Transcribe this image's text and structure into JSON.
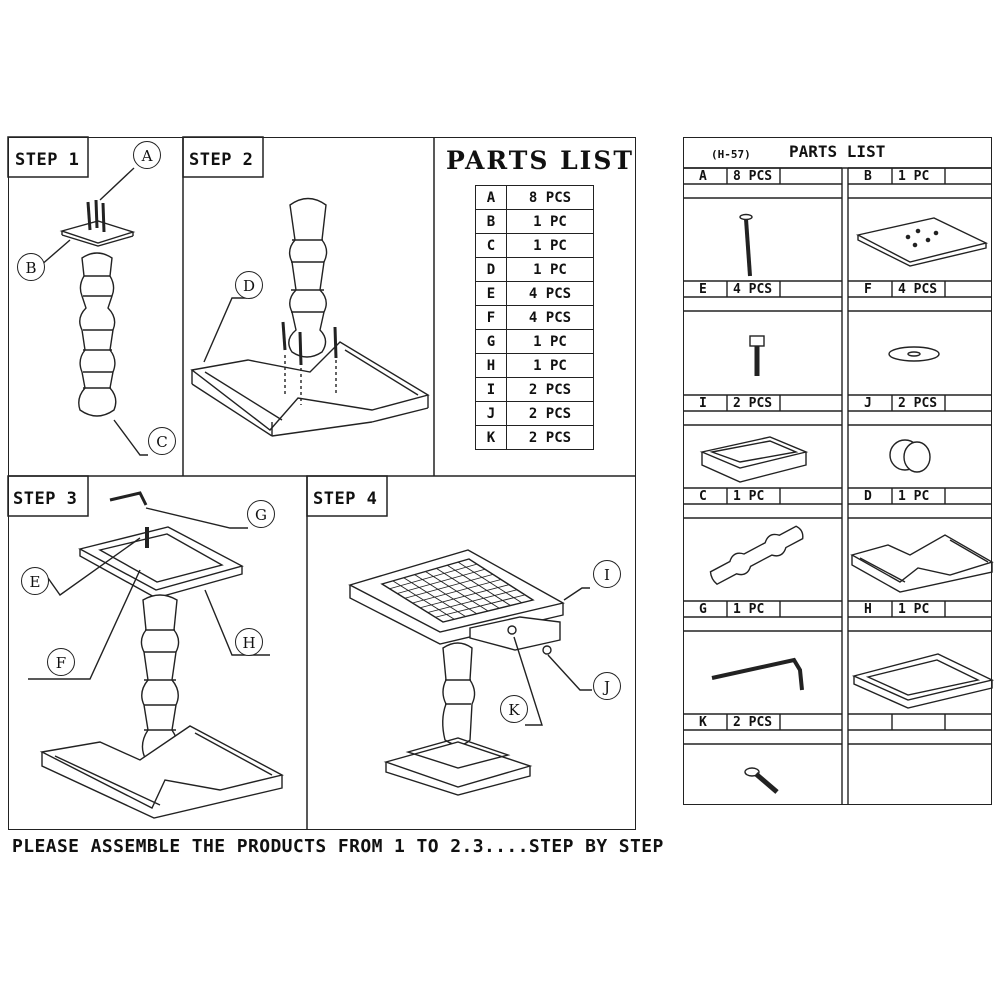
{
  "steps": [
    {
      "label": "STEP 1"
    },
    {
      "label": "STEP 2"
    },
    {
      "label": "STEP 3"
    },
    {
      "label": "STEP 4"
    }
  ],
  "callouts": {
    "A": "A",
    "B": "B",
    "C": "C",
    "D": "D",
    "E": "E",
    "F": "F",
    "G": "G",
    "H": "H",
    "I": "I",
    "J": "J",
    "K": "K"
  },
  "parts_list_title": "PARTS LIST",
  "parts": [
    {
      "letter": "A",
      "qty": "8 PCS"
    },
    {
      "letter": "B",
      "qty": "1 PC"
    },
    {
      "letter": "C",
      "qty": "1 PC"
    },
    {
      "letter": "D",
      "qty": "1 PC"
    },
    {
      "letter": "E",
      "qty": "4 PCS"
    },
    {
      "letter": "F",
      "qty": "4 PCS"
    },
    {
      "letter": "G",
      "qty": "1 PC"
    },
    {
      "letter": "H",
      "qty": "1 PC"
    },
    {
      "letter": "I",
      "qty": "2 PCS"
    },
    {
      "letter": "J",
      "qty": "2 PCS"
    },
    {
      "letter": "K",
      "qty": "2 PCS"
    }
  ],
  "footer": "PLEASE ASSEMBLE THE PRODUCTS FROM 1 TO 2.3....STEP BY STEP",
  "right_panel": {
    "model": "(H-57)",
    "title": "PARTS LIST",
    "cells": [
      {
        "letter": "A",
        "qty": "8 PCS",
        "icon": "screw-icon"
      },
      {
        "letter": "B",
        "qty": "1 PC",
        "icon": "plate-icon"
      },
      {
        "letter": "E",
        "qty": "4 PCS",
        "icon": "bolt-icon"
      },
      {
        "letter": "F",
        "qty": "4 PCS",
        "icon": "washer-icon"
      },
      {
        "letter": "I",
        "qty": "2 PCS",
        "icon": "drawer-icon"
      },
      {
        "letter": "J",
        "qty": "2 PCS",
        "icon": "knob-icon"
      },
      {
        "letter": "C",
        "qty": "1 PC",
        "icon": "pedestal-icon"
      },
      {
        "letter": "D",
        "qty": "1 PC",
        "icon": "base-icon"
      },
      {
        "letter": "G",
        "qty": "1 PC",
        "icon": "allen-key-icon"
      },
      {
        "letter": "H",
        "qty": "1 PC",
        "icon": "top-frame-icon"
      },
      {
        "letter": "K",
        "qty": "2 PCS",
        "icon": "small-screw-icon"
      }
    ]
  }
}
